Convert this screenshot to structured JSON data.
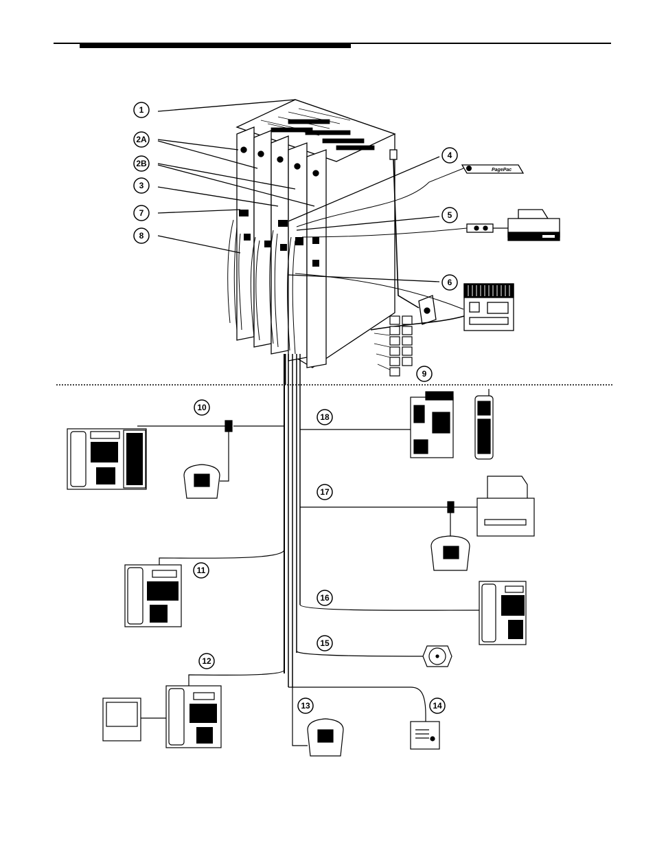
{
  "header": {
    "rule_color": "#000000"
  },
  "callouts": {
    "c1": "1",
    "c2a": "2A",
    "c2b": "2B",
    "c3": "3",
    "c4": "4",
    "c5": "5",
    "c6": "6",
    "c7": "7",
    "c8": "8",
    "c9": "9",
    "c10": "10",
    "c11": "11",
    "c12": "12",
    "c13": "13",
    "c14": "14",
    "c15": "15",
    "c16": "16",
    "c17": "17",
    "c18": "18"
  },
  "devices": {
    "pagepac_label": "PagePac",
    "brand_icon": "att-globe-icon"
  }
}
